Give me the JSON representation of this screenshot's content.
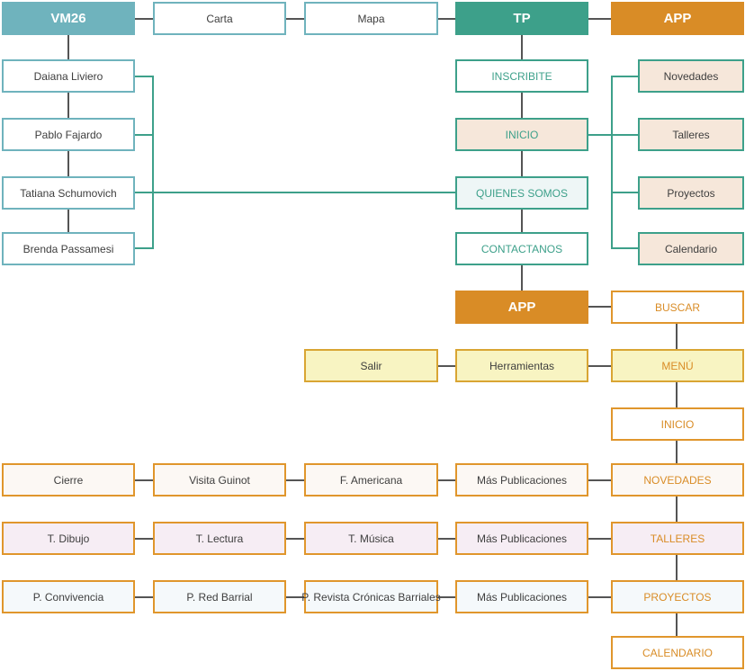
{
  "left_header": {
    "title": "VM26",
    "carta": "Carta",
    "mapa": "Mapa"
  },
  "left_names": [
    "Daiana Liviero",
    "Pablo Fajardo",
    "Tatiana Schumovich",
    "Brenda Passamesi"
  ],
  "tp": {
    "title": "TP",
    "items": [
      "INSCRIBITE",
      "INICIO",
      "QUIENES SOMOS",
      "CONTACTANOS"
    ]
  },
  "app_top": {
    "title": "APP",
    "items": [
      "Novedades",
      "Talleres",
      "Proyectos",
      "Calendario"
    ]
  },
  "app_detail": {
    "title": "APP",
    "buscar": "BUSCAR",
    "menu": "MENÚ",
    "herramientas": "Herramientas",
    "salir": "Salir",
    "inicio": "INICIO",
    "calendario": "CALENDARIO"
  },
  "rows": [
    {
      "head": "NOVEDADES",
      "items": [
        "Más Publicaciones",
        "F. Americana",
        "Visita Guinot",
        "Cierre"
      ]
    },
    {
      "head": "TALLERES",
      "items": [
        "Más Publicaciones",
        "T. Música",
        "T. Lectura",
        "T. Dibujo"
      ]
    },
    {
      "head": "PROYECTOS",
      "items": [
        "Más Publicaciones",
        "P. Revista Crónicas Barriales",
        "P. Red Barrial",
        "P. Convivencia"
      ]
    }
  ],
  "colors": {
    "teal": "#3da08a",
    "blue": "#6fb3bd",
    "orange": "#d98c26",
    "connector": "#555555"
  }
}
